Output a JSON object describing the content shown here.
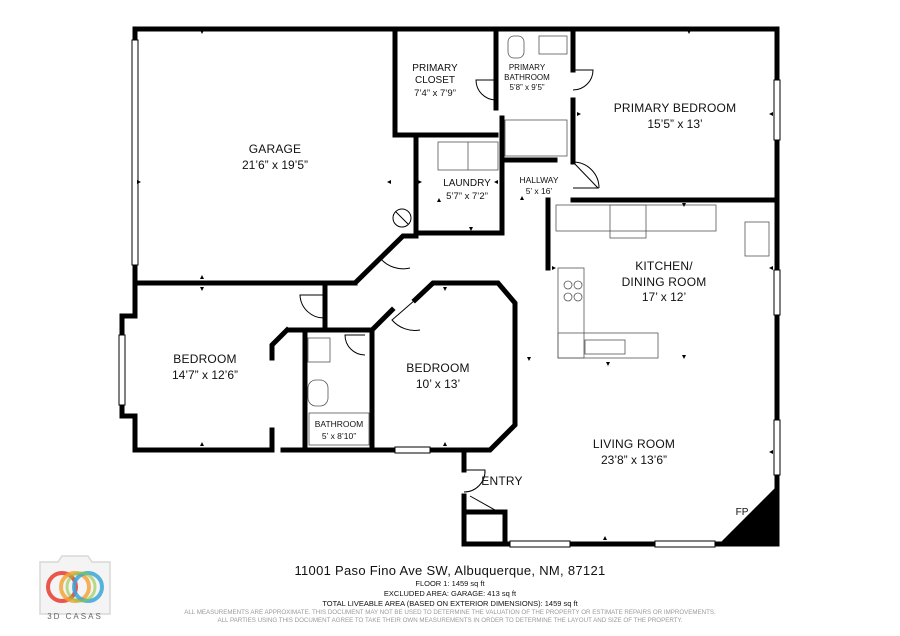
{
  "rooms": {
    "garage": {
      "name": "GARAGE",
      "dims": "21’6” x 19’5”"
    },
    "primary_closet": {
      "name_l1": "PRIMARY",
      "name_l2": "CLOSET",
      "dims": "7’4” x 7’9”"
    },
    "primary_bathroom": {
      "name_l1": "PRIMARY",
      "name_l2": "BATHROOM",
      "dims": "5’8” x 9’5”"
    },
    "primary_bedroom": {
      "name": "PRIMARY BEDROOM",
      "dims": "15’5” x 13’"
    },
    "laundry": {
      "name": "LAUNDRY",
      "dims": "5’7” x 7’2”"
    },
    "hallway": {
      "name": "HALLWAY",
      "dims": "5’ x 16’"
    },
    "kitchen": {
      "name_l1": "KITCHEN/",
      "name_l2": "DINING ROOM",
      "dims": "17’ x 12’"
    },
    "bedroom_west": {
      "name": "BEDROOM",
      "dims": "14’7” x 12’6”"
    },
    "bedroom_center": {
      "name": "BEDROOM",
      "dims": "10’ x 13’"
    },
    "bathroom": {
      "name": "BATHROOM",
      "dims": "5’ x 8’10”"
    },
    "living_room": {
      "name": "LIVING ROOM",
      "dims": "23’8” x 13’6”"
    },
    "entry": {
      "name": "ENTRY"
    },
    "fireplace": {
      "name": "FP"
    }
  },
  "footer": {
    "address": "11001 Paso Fino Ave SW, Albuquerque, NM, 87121",
    "floor1": "FLOOR 1: 1459 sq ft",
    "excluded": "EXCLUDED AREA: GARAGE: 413 sq ft",
    "total": "TOTAL LIVEABLE AREA (BASED ON EXTERIOR DIMENSIONS): 1459 sq ft",
    "disclaimer1": "ALL MEASUREMENTS ARE APPROXIMATE. THIS DOCUMENT MAY NOT BE USED TO DETERMINE THE VALUATION OF THE PROPERTY OR ESTIMATE REPAIRS OR IMPROVEMENTS.",
    "disclaimer2": "ALL PARTIES USING THIS DOCUMENT AGREE TO TAKE THEIR OWN MEASUREMENTS IN ORDER TO DETERMINE THE LAYOUT AND SIZE OF THE PROPERTY."
  },
  "logo": {
    "text": "3D CASAS",
    "icon": "camera-rings-logo",
    "colors": [
      "#e63b2e",
      "#f2a33a",
      "#3aa6d8",
      "#8cc63f"
    ]
  }
}
